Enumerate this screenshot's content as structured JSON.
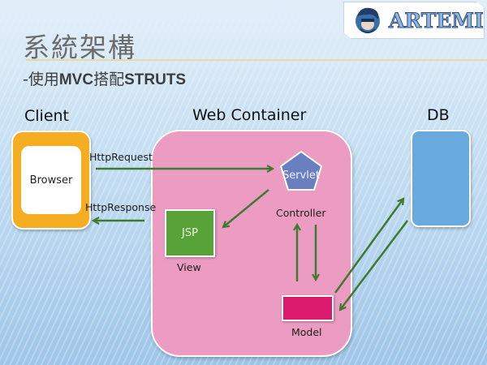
{
  "slide": {
    "title": "系統架構",
    "subtitle_prefix": "-使用",
    "subtitle_mvc": "MVC",
    "subtitle_mid": "搭配",
    "subtitle_struts": "STRUTS"
  },
  "logo": {
    "text": "ARTEMIS",
    "icon": "mascot-icon"
  },
  "diagram": {
    "client": {
      "heading": "Client",
      "component": "Browser",
      "color": "#f5ad22"
    },
    "web_container": {
      "heading": "Web Container",
      "color": "#ec9cc3",
      "servlet": {
        "label": "Servlet",
        "role": "Controller",
        "color": "#6a7fc0"
      },
      "jsp": {
        "label": "JSP",
        "role": "View",
        "color": "#57a338"
      },
      "model": {
        "role": "Model",
        "color": "#dc1a6e"
      }
    },
    "db": {
      "heading": "DB",
      "color": "#68aade"
    },
    "arrows": {
      "request": "HttpRequest",
      "response": "HttpResponse",
      "color": "#3f7a2e"
    }
  }
}
